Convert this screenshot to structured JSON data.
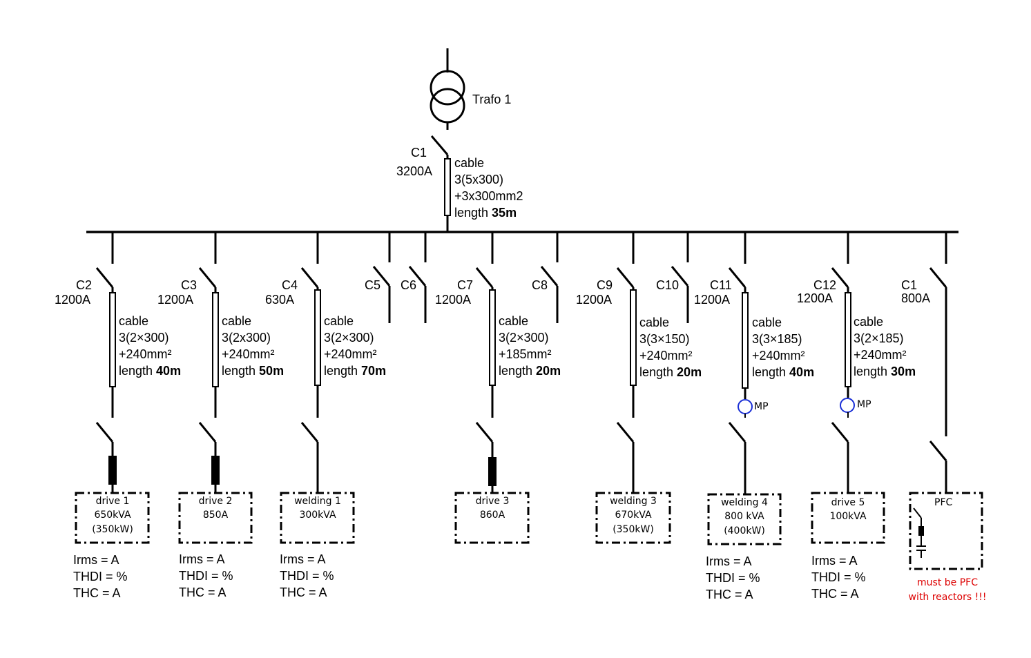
{
  "transformer": {
    "label": "Trafo 1"
  },
  "main": {
    "breaker": "C1",
    "rating": "3200A",
    "cable": [
      "cable",
      "3(5x300)",
      "+3x300mm2"
    ],
    "length_prefix": "length ",
    "length": "35m"
  },
  "feeders": [
    {
      "breaker": "C2",
      "rating": "1200A",
      "cable": [
        "cable",
        "3(2×300)",
        "+240mm²"
      ],
      "length_prefix": "length ",
      "length": "40m",
      "load": [
        "drive 1",
        "650kVA",
        "(350kW)"
      ],
      "meas": [
        "Irms = A",
        "THDI = %",
        "THC = A"
      ]
    },
    {
      "breaker": "C3",
      "rating": "1200A",
      "cable": [
        "cable",
        "3(2x300)",
        "+240mm²"
      ],
      "length_prefix": "length ",
      "length": "50m",
      "load": [
        "drive 2",
        "850A"
      ],
      "meas": [
        "Irms = A",
        "THDI = %",
        "THC = A"
      ]
    },
    {
      "breaker": "C4",
      "rating": "630A",
      "cable": [
        "cable",
        "3(2×300)",
        "+240mm²"
      ],
      "length_prefix": "length ",
      "length": "70m",
      "load": [
        "welding 1",
        "300kVA"
      ],
      "meas": [
        "Irms = A",
        "THDI = %",
        "THC = A"
      ]
    },
    {
      "breaker": "C5"
    },
    {
      "breaker": "C6"
    },
    {
      "breaker": "C7",
      "rating": "1200A",
      "cable": [
        "cable",
        "3(2×300)",
        "+185mm²"
      ],
      "length_prefix": "length ",
      "length": "20m",
      "load": [
        "drive 3",
        "860A"
      ]
    },
    {
      "breaker": "C8"
    },
    {
      "breaker": "C9",
      "rating": "1200A",
      "cable": [
        "cable",
        "3(3×150)",
        "+240mm²"
      ],
      "length_prefix": "length ",
      "length": "20m",
      "load": [
        "welding 3",
        "670kVA",
        "(350kW)"
      ]
    },
    {
      "breaker": "C10"
    },
    {
      "breaker": "C11",
      "rating": "1200A",
      "cable": [
        "cable",
        "3(3×185)",
        "+240mm²"
      ],
      "length_prefix": "length ",
      "length": "40m",
      "mp": "MP",
      "load": [
        "welding 4",
        "800 kVA",
        "(400kW)"
      ],
      "meas": [
        "Irms = A",
        "THDI = %",
        "THC = A"
      ]
    },
    {
      "breaker": "C12",
      "rating": "1200A",
      "cable": [
        "cable",
        "3(2×185)",
        "+240mm²"
      ],
      "length_prefix": "length ",
      "length": "30m",
      "mp": "MP",
      "load": [
        "drive 5",
        "100kVA"
      ],
      "meas": [
        "Irms = A",
        "THDI = %",
        "THC = A"
      ]
    },
    {
      "breaker": "C1",
      "rating": "800A",
      "load": [
        "PFC"
      ],
      "note": [
        "must be PFC",
        "with reactors !!!"
      ]
    }
  ]
}
